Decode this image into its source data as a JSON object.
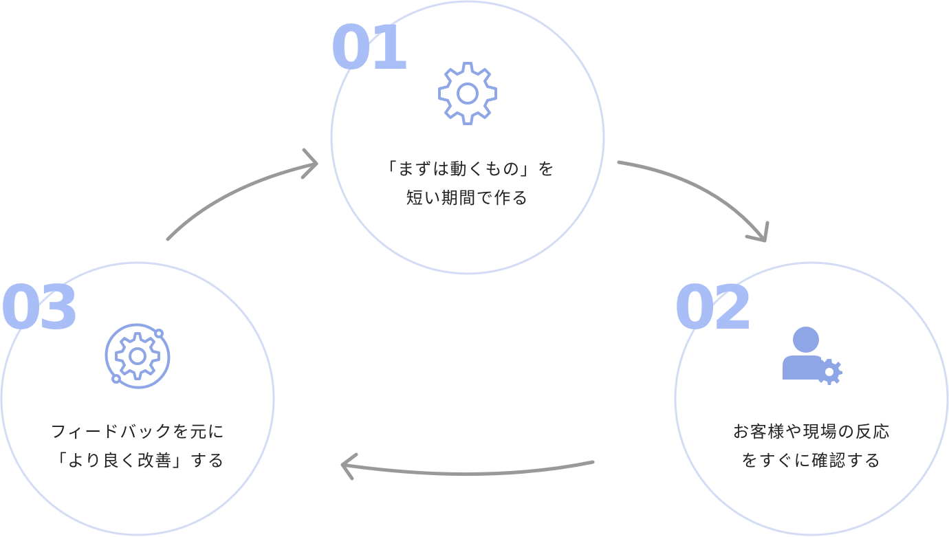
{
  "colors": {
    "circle_stroke": "#d3dcf4",
    "number": "#a9bdf7",
    "icon": "#8ea6e6",
    "text": "#222222",
    "arrow": "#999999"
  },
  "steps": [
    {
      "number": "01",
      "icon": "gear-icon",
      "line1": "「まずは動くもの」を",
      "line2": "短い期間で作る"
    },
    {
      "number": "02",
      "icon": "user-gear-icon",
      "line1": "お客様や現場の反応",
      "line2": "をすぐに確認する"
    },
    {
      "number": "03",
      "icon": "gear-cycle-icon",
      "line1": "フィードバックを元に",
      "line2": "「より良く改善」する"
    }
  ]
}
